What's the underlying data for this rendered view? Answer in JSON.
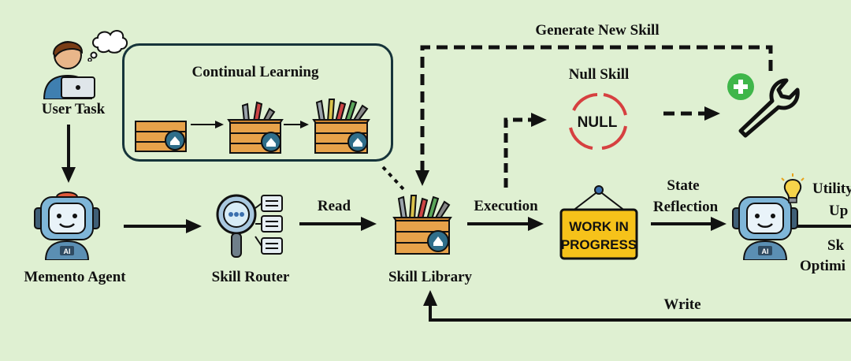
{
  "nodes": {
    "user_task": "User Task",
    "continual_learning": "Continual Learning",
    "generate_new_skill": "Generate New Skill",
    "null_skill": "Null Skill",
    "null_badge": "NULL",
    "memento_agent": "Memento Agent",
    "agent_badge": "AI",
    "skill_router": "Skill Router",
    "read": "Read",
    "skill_library": "Skill Library",
    "execution": "Execution",
    "work_in_progress_line1": "WORK IN",
    "work_in_progress_line2": "PROGRESS",
    "state_reflection_line1": "State",
    "state_reflection_line2": "Reflection",
    "utility_fragment_1": "Utility",
    "utility_fragment_2": "Up",
    "skill_opt_fragment_1": "Sk",
    "skill_opt_fragment_2": "Optimi",
    "write": "Write"
  },
  "colors": {
    "background": "#dff0d2",
    "arrow": "#111111",
    "box_border": "#16343a",
    "crate": "#e7a24a",
    "crate_dark": "#b86e22",
    "badge_blue": "#2f6e8a",
    "robot_blue": "#7fb6d8",
    "null_red": "#d64040",
    "sign_yellow": "#f6c21a",
    "plus_green": "#3fb64a"
  }
}
